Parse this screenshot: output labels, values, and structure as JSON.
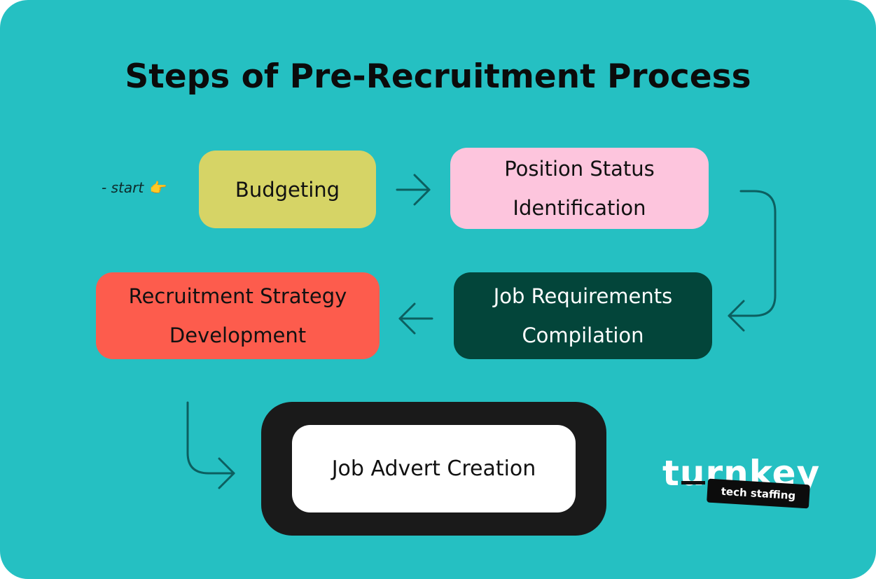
{
  "title": "Steps of Pre-Recruitment Process",
  "start_label": "- start",
  "start_icon": "pointing-right-hand-icon",
  "steps": [
    {
      "id": "budgeting",
      "lines": [
        "Budgeting"
      ],
      "color": "#d6d466"
    },
    {
      "id": "position-status",
      "lines": [
        "Position Status",
        "Identification"
      ],
      "color": "#fdc5dd"
    },
    {
      "id": "job-requirements",
      "lines": [
        "Job Requirements",
        "Compilation"
      ],
      "color": "#03453a"
    },
    {
      "id": "recruitment-strategy",
      "lines": [
        "Recruitment Strategy",
        "Development"
      ],
      "color": "#fd5c4d"
    },
    {
      "id": "job-advert",
      "lines": [
        "Job Advert Creation"
      ],
      "color": "#ffffff"
    }
  ],
  "arrows": [
    {
      "from": "budgeting",
      "to": "position-status",
      "direction": "right"
    },
    {
      "from": "position-status",
      "to": "job-requirements",
      "direction": "curve-down-left"
    },
    {
      "from": "job-requirements",
      "to": "recruitment-strategy",
      "direction": "left"
    },
    {
      "from": "recruitment-strategy",
      "to": "job-advert",
      "direction": "curve-down-right"
    }
  ],
  "logo": {
    "word": "turnkey",
    "tagline": "tech staffing"
  },
  "colors": {
    "background": "#25c0c2",
    "arrow": "#0c5f60",
    "advert_frame": "#1a1a1a"
  }
}
